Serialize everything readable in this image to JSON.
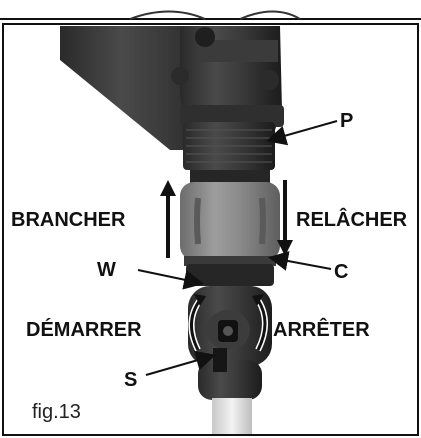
{
  "figure": {
    "caption": "fig.13",
    "labels": {
      "p": "P",
      "c": "C",
      "w": "W",
      "s": "S",
      "connect": "BRANCHER",
      "release": "RELÂCHER",
      "start": "DÉMARRER",
      "stop": "ARRÊTER"
    }
  }
}
